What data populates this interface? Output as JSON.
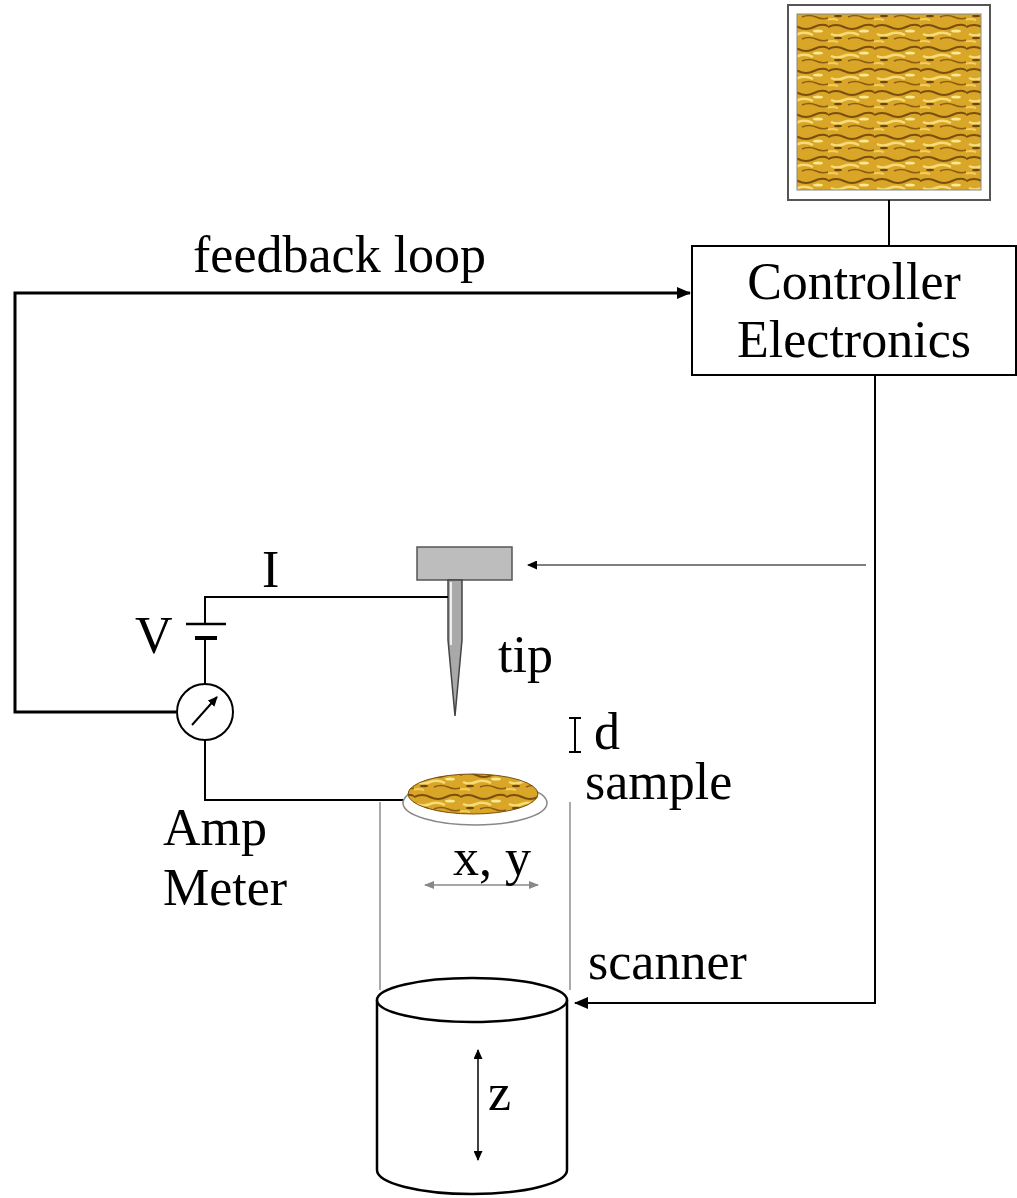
{
  "diagram": {
    "nodes": [
      {
        "text": [
          "Controller Electronics"
        ]
      }
    ],
    "labels": [
      "feedback loop",
      "I",
      "V",
      "tip",
      "d",
      "sample",
      "Amp Meter",
      "x, y",
      "scanner",
      "z"
    ]
  }
}
